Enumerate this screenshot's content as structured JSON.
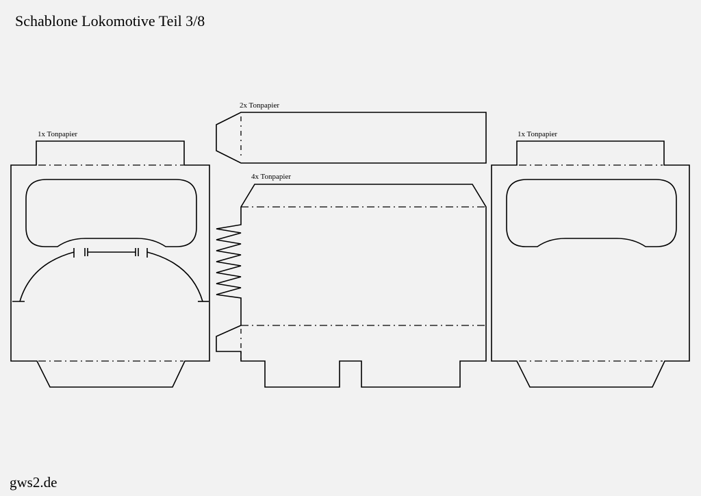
{
  "title": "Schablone Lokomotive Teil 3/8",
  "footer": "gws2.de",
  "labels": {
    "left_piece": "1x Tonpapier",
    "top_piece": "2x Tonpapier",
    "center_piece": "4x Tonpapier",
    "right_piece": "1x Tonpapier"
  }
}
